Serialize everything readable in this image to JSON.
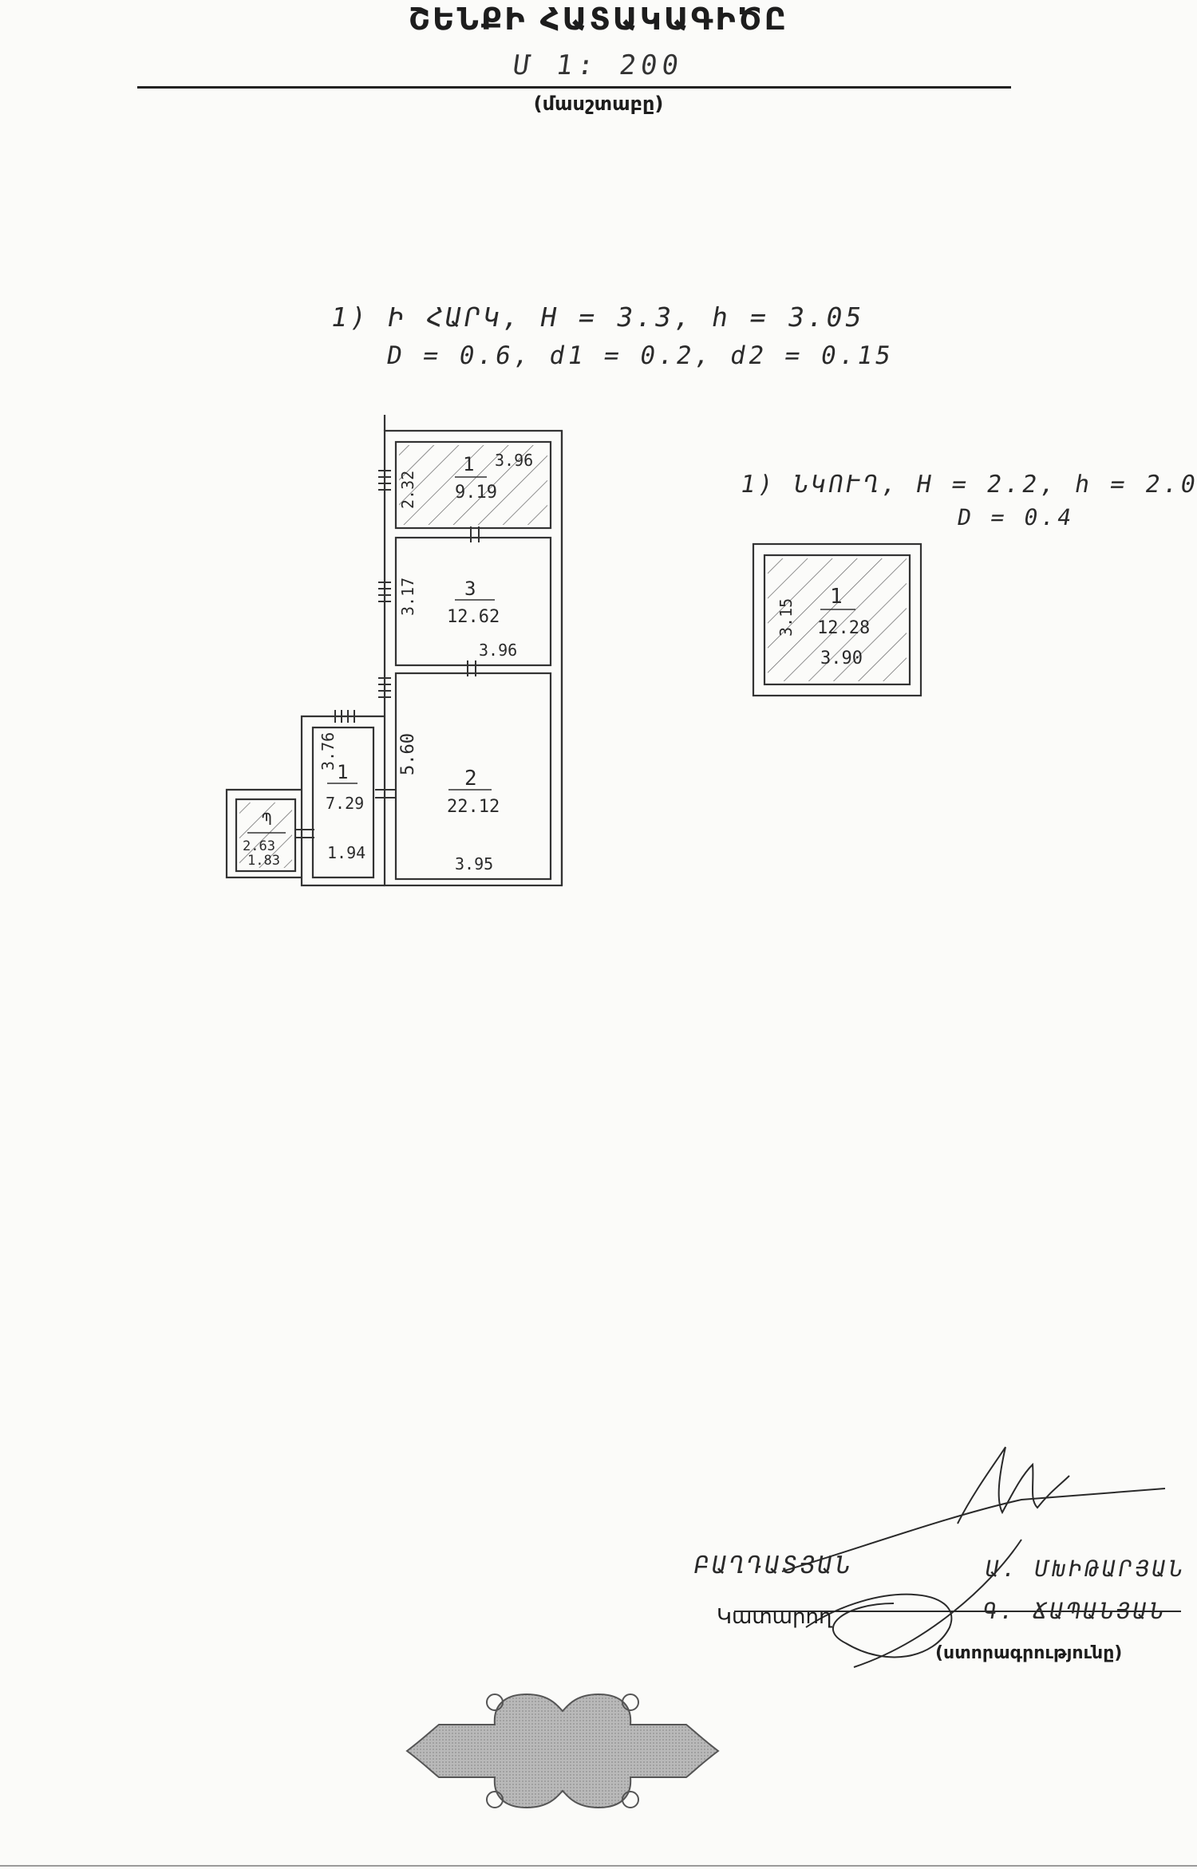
{
  "header": {
    "title": "ՇԵՆՔԻ ՀԱՏԱԿԱԳԻԾԸ",
    "scale": "Մ 1: 200",
    "scale_caption": "(մասշտաբը)"
  },
  "floor_plan": {
    "label_line1": "1) Ի ՀԱՐԿ, H = 3.3, h = 3.05",
    "label_line2": "D = 0.6, d1 = 0.2, d2 = 0.15",
    "rooms": [
      {
        "number": "1",
        "area": "9.19",
        "width": "3.96",
        "height": "2.32"
      },
      {
        "number": "3",
        "area": "12.62",
        "width": "3.96",
        "height": "3.17"
      },
      {
        "number": "2",
        "area": "22.12",
        "width": "3.95",
        "height": "5.60"
      },
      {
        "number": "1",
        "area": "7.29",
        "width": "1.94",
        "height": "3.76"
      },
      {
        "number": "Պ",
        "area": "2.63",
        "width": "1.83"
      }
    ]
  },
  "basement_plan": {
    "label_line1": "1) ՆԿՈՒՂ, H = 2.2, h = 2.0",
    "label_line2": "D = 0.4",
    "room": {
      "number": "1",
      "area": "12.28",
      "width": "3.90",
      "height": "3.15"
    }
  },
  "signature_block": {
    "left_name": "ԲԱՂԴԱՏՅԱՆ",
    "right_name": "Ա. ՄԽԻԹԱՐՅԱՆ",
    "role": "Կատարող",
    "executor_name": "Գ. ՃԱՊԱՆՅԱՆ",
    "caption": "(ստորագրությունը)"
  },
  "icons": {
    "stamp": "decorative-cartouche-icon",
    "signature": "handwritten-signature-icon"
  }
}
